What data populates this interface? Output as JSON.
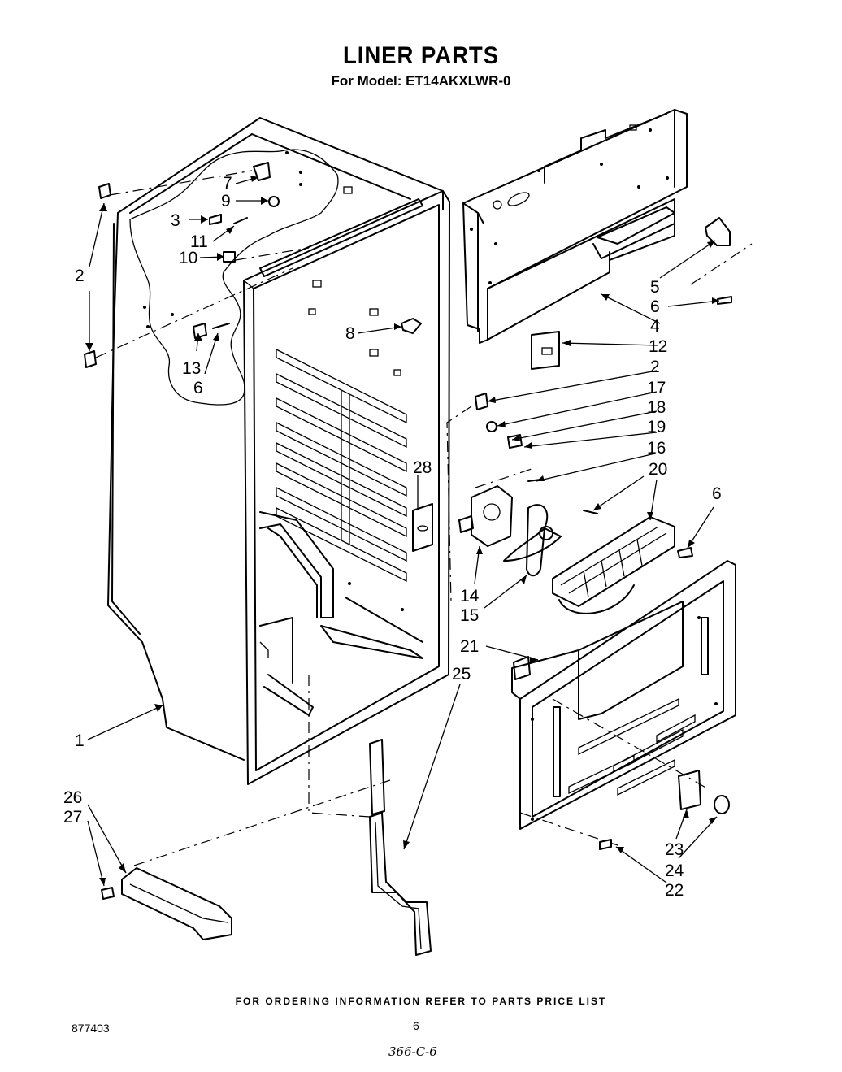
{
  "header": {
    "title": "LINER PARTS",
    "subtitle": "For Model: ET14AKXLWR-0"
  },
  "callouts": [
    {
      "id": "c1",
      "label": "1"
    },
    {
      "id": "c2a",
      "label": "2"
    },
    {
      "id": "c3",
      "label": "3"
    },
    {
      "id": "c7",
      "label": "7"
    },
    {
      "id": "c9",
      "label": "9"
    },
    {
      "id": "c11",
      "label": "11"
    },
    {
      "id": "c10",
      "label": "10"
    },
    {
      "id": "c13",
      "label": "13"
    },
    {
      "id": "c6a",
      "label": "6"
    },
    {
      "id": "c8",
      "label": "8"
    },
    {
      "id": "c28",
      "label": "28"
    },
    {
      "id": "c5",
      "label": "5"
    },
    {
      "id": "c6b",
      "label": "6"
    },
    {
      "id": "c4",
      "label": "4"
    },
    {
      "id": "c12",
      "label": "12"
    },
    {
      "id": "c2b",
      "label": "2"
    },
    {
      "id": "c17",
      "label": "17"
    },
    {
      "id": "c18",
      "label": "18"
    },
    {
      "id": "c19",
      "label": "19"
    },
    {
      "id": "c16",
      "label": "16"
    },
    {
      "id": "c20",
      "label": "20"
    },
    {
      "id": "c6c",
      "label": "6"
    },
    {
      "id": "c14",
      "label": "14"
    },
    {
      "id": "c15",
      "label": "15"
    },
    {
      "id": "c21",
      "label": "21"
    },
    {
      "id": "c25",
      "label": "25"
    },
    {
      "id": "c26",
      "label": "26"
    },
    {
      "id": "c27",
      "label": "27"
    },
    {
      "id": "c23",
      "label": "23"
    },
    {
      "id": "c24",
      "label": "24"
    },
    {
      "id": "c22",
      "label": "22"
    }
  ],
  "footer": {
    "note": "FOR ORDERING INFORMATION REFER TO PARTS PRICE LIST",
    "doc_number": "877403",
    "page": "6",
    "handwritten": "366-C-6"
  }
}
